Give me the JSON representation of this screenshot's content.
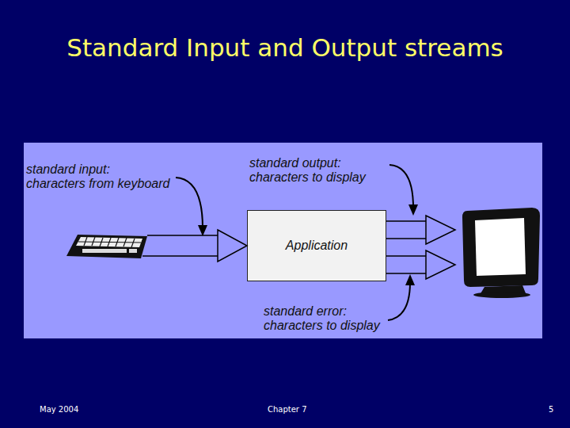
{
  "diagram": {
    "title": "Standard Input and Output streams",
    "nodes": [
      {
        "text": [
          "Application"
        ]
      }
    ],
    "labels": [
      "standard input: characters from keyboard",
      "standard output: characters to display",
      "standard error: characters to display",
      "May 2004",
      "Chapter 7",
      "5"
    ]
  }
}
